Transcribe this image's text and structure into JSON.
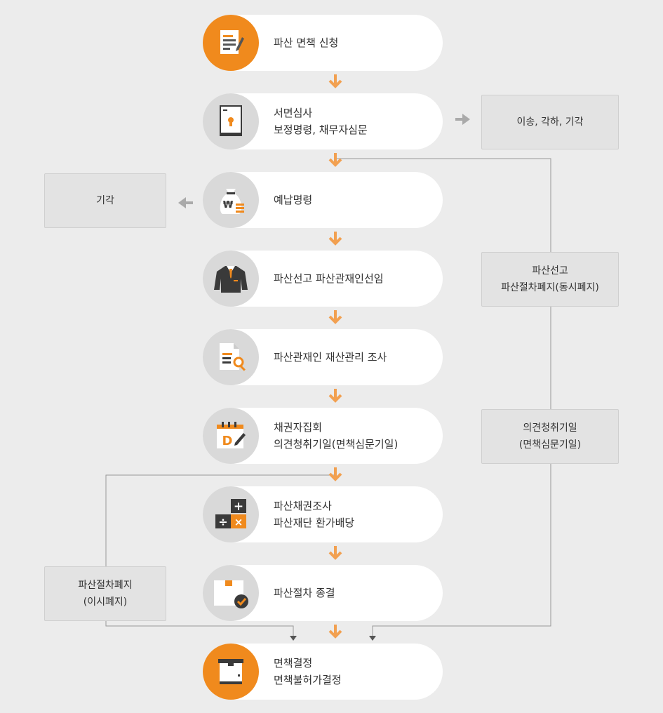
{
  "steps": [
    {
      "lines": [
        "파산 면책 신청"
      ],
      "icon": "application-document-icon"
    },
    {
      "lines": [
        "서면심사",
        "보정명령, 채무자심문"
      ],
      "icon": "document-keyhole-icon"
    },
    {
      "lines": [
        "예납명령"
      ],
      "icon": "money-bag-icon"
    },
    {
      "lines": [
        "파산선고 파산관재인선임"
      ],
      "icon": "suit-icon"
    },
    {
      "lines": [
        "파산관재인 재산관리 조사"
      ],
      "icon": "document-search-icon"
    },
    {
      "lines": [
        "채권자집회",
        "의견청취기일(면책심문기일)"
      ],
      "icon": "calendar-d-icon"
    },
    {
      "lines": [
        "파산채권조사",
        "파산재단 환가배당"
      ],
      "icon": "calculator-icon"
    },
    {
      "lines": [
        "파산절차 종결"
      ],
      "icon": "box-check-icon"
    },
    {
      "lines": [
        "면책결정",
        "면책불허가결정"
      ],
      "icon": "cabinet-icon"
    }
  ],
  "side_boxes": {
    "transfer": {
      "lines": [
        "이송, 각하, 기각"
      ]
    },
    "dismiss": {
      "lines": [
        "기각"
      ]
    },
    "simultaneous": {
      "lines": [
        "파산선고",
        "파산절차폐지(동시폐지)"
      ]
    },
    "hearing": {
      "lines": [
        "의견청취기일",
        "(면책심문기일)"
      ]
    },
    "abolition": {
      "lines": [
        "파산절차폐지",
        "(이시폐지)"
      ]
    }
  },
  "colors": {
    "accent": "#f08a1d",
    "arrow": "#f2a050",
    "gray_arrow": "#aaaaaa",
    "icon_dark": "#3a3a3a"
  }
}
